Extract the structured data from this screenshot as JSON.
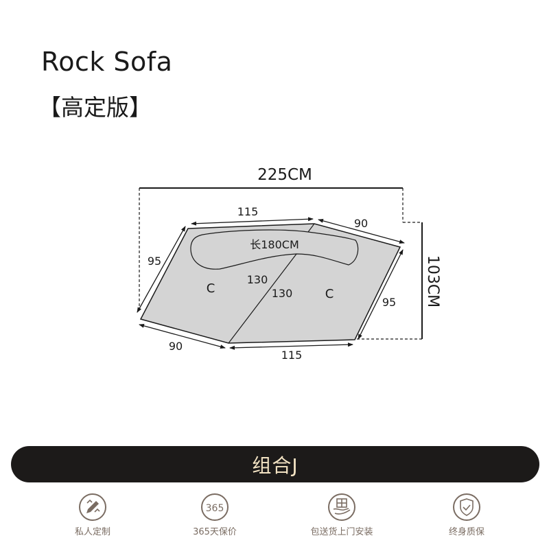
{
  "header": {
    "title": "Rock Sofa",
    "subtitle": "【高定版】"
  },
  "diagram": {
    "overall_width": "225CM",
    "overall_depth": "103CM",
    "top_left_edge": "115",
    "top_right_edge": "90",
    "left_edge": "95",
    "right_edge": "95",
    "bottom_left_edge": "90",
    "bottom_right_edge": "115",
    "diagonal_left": "130",
    "diagonal_right": "130",
    "cushion_label": "长180CM",
    "left_module": "C",
    "right_module": "C",
    "fill_color": "#d4d4d4",
    "line_color": "#1a1a1a"
  },
  "banner": {
    "label": "组合J",
    "background": "#1c1a19",
    "text_color": "#f3e3c3"
  },
  "features": [
    {
      "icon": "pencil-ruler-icon",
      "label": "私人定制"
    },
    {
      "icon": "365-badge-icon",
      "icon_text": "365",
      "label": "365天保价"
    },
    {
      "icon": "hand-box-icon",
      "label": "包送货上门安装"
    },
    {
      "icon": "shield-check-icon",
      "label": "终身质保"
    }
  ],
  "accent_color": "#7a6c62"
}
